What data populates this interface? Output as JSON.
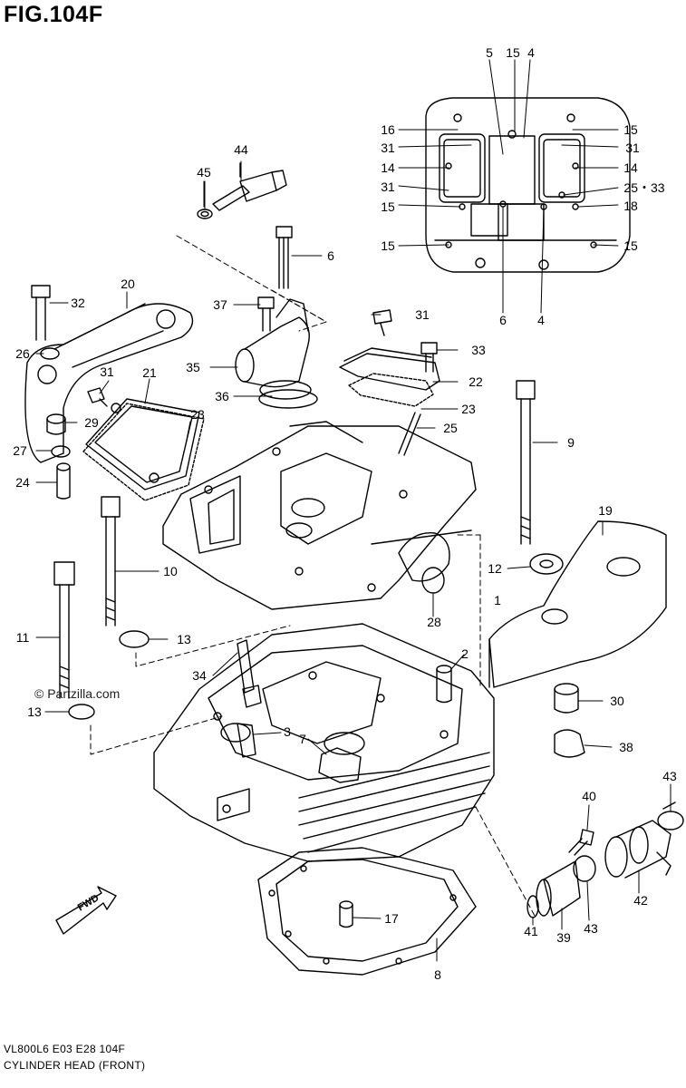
{
  "figure": {
    "title": "FIG.104F",
    "footer_code": "VL800L6  E03  E28  104F",
    "footer_name": "CYLINDER HEAD (FRONT)",
    "watermark": "© Partzilla.com",
    "fwd_label": "FWD"
  },
  "callouts": [
    {
      "id": "c5a",
      "text": "5"
    },
    {
      "id": "c15a",
      "text": "15"
    },
    {
      "id": "c4a",
      "text": "4"
    },
    {
      "id": "c16",
      "text": "16"
    },
    {
      "id": "c15b",
      "text": "15"
    },
    {
      "id": "c31a",
      "text": "31"
    },
    {
      "id": "c31b",
      "text": "31"
    },
    {
      "id": "c14a",
      "text": "14"
    },
    {
      "id": "c14b",
      "text": "14"
    },
    {
      "id": "c31c",
      "text": "31"
    },
    {
      "id": "c2533",
      "text": "25・33"
    },
    {
      "id": "c15c",
      "text": "15"
    },
    {
      "id": "c18",
      "text": "18"
    },
    {
      "id": "c15d",
      "text": "15"
    },
    {
      "id": "c15e",
      "text": "15"
    },
    {
      "id": "c6a",
      "text": "6"
    },
    {
      "id": "c4b",
      "text": "4"
    },
    {
      "id": "c44",
      "text": "44"
    },
    {
      "id": "c45",
      "text": "45"
    },
    {
      "id": "c6b",
      "text": "6"
    },
    {
      "id": "c20",
      "text": "20"
    },
    {
      "id": "c32",
      "text": "32"
    },
    {
      "id": "c37",
      "text": "37"
    },
    {
      "id": "c31d",
      "text": "31"
    },
    {
      "id": "c26",
      "text": "26"
    },
    {
      "id": "c35",
      "text": "35"
    },
    {
      "id": "c33",
      "text": "33"
    },
    {
      "id": "c31e",
      "text": "31"
    },
    {
      "id": "c21",
      "text": "21"
    },
    {
      "id": "c22",
      "text": "22"
    },
    {
      "id": "c36",
      "text": "36"
    },
    {
      "id": "c23a",
      "text": "23"
    },
    {
      "id": "c23b",
      "text": "23"
    },
    {
      "id": "c29",
      "text": "29"
    },
    {
      "id": "c25",
      "text": "25"
    },
    {
      "id": "c27",
      "text": "27"
    },
    {
      "id": "c9",
      "text": "9"
    },
    {
      "id": "c24",
      "text": "24"
    },
    {
      "id": "c19",
      "text": "19"
    },
    {
      "id": "c10",
      "text": "10"
    },
    {
      "id": "c12",
      "text": "12"
    },
    {
      "id": "c1",
      "text": "1"
    },
    {
      "id": "c28",
      "text": "28"
    },
    {
      "id": "c11",
      "text": "11"
    },
    {
      "id": "c13a",
      "text": "13"
    },
    {
      "id": "c2",
      "text": "2"
    },
    {
      "id": "c34",
      "text": "34"
    },
    {
      "id": "c30",
      "text": "30"
    },
    {
      "id": "c13b",
      "text": "13"
    },
    {
      "id": "c3",
      "text": "3"
    },
    {
      "id": "c7",
      "text": "7"
    },
    {
      "id": "c38",
      "text": "38"
    },
    {
      "id": "c43a",
      "text": "43"
    },
    {
      "id": "c40",
      "text": "40"
    },
    {
      "id": "c42",
      "text": "42"
    },
    {
      "id": "c17",
      "text": "17"
    },
    {
      "id": "c43b",
      "text": "43"
    },
    {
      "id": "c41",
      "text": "41"
    },
    {
      "id": "c39",
      "text": "39"
    },
    {
      "id": "c8",
      "text": "8"
    }
  ]
}
